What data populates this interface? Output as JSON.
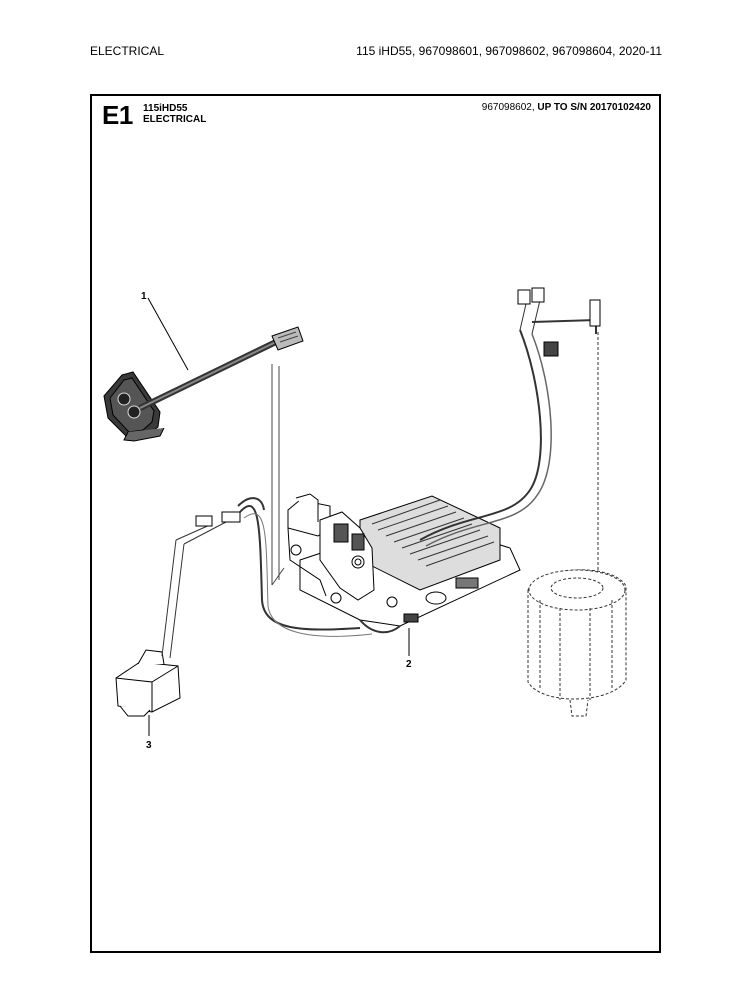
{
  "header": {
    "section": "ELECTRICAL",
    "models": "115 iHD55, 967098601, 967098602, 967098604, 2020-11"
  },
  "diagram": {
    "code": "E1",
    "model": "115iHD55",
    "name": "ELECTRICAL",
    "range_prefix": "967098602, ",
    "range_bold": "UP TO S/N 20170102420",
    "callouts": [
      {
        "id": "1",
        "label": "1"
      },
      {
        "id": "2",
        "label": "2"
      },
      {
        "id": "3",
        "label": "3"
      }
    ]
  }
}
